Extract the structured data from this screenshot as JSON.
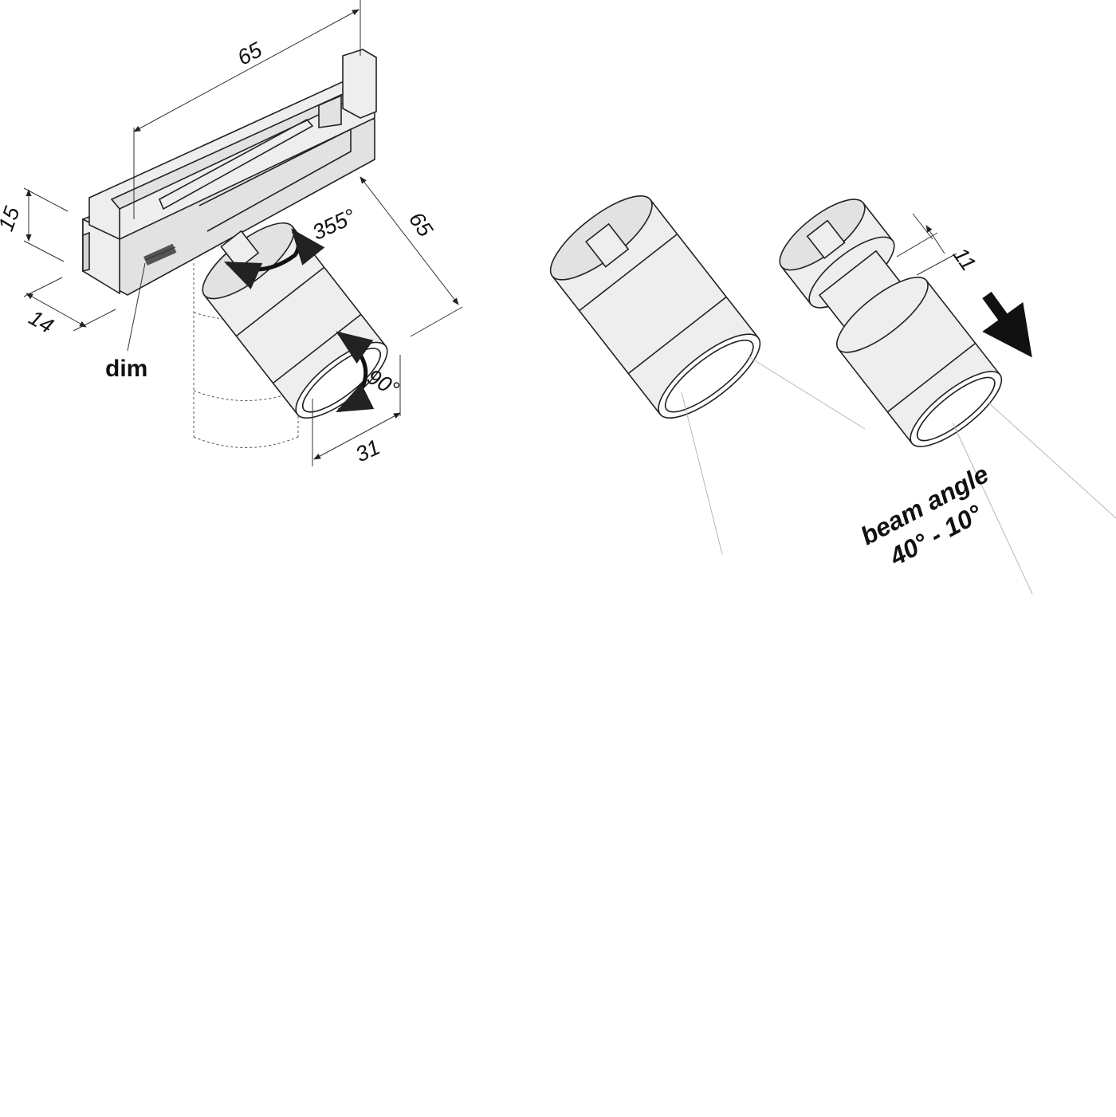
{
  "labels": {
    "dim_width_top": "65",
    "dim_height": "15",
    "dim_depth": "14",
    "dim_width_right": "65",
    "dim_diameter": "31",
    "dim_extension": "11",
    "rotation_horizontal": "355°",
    "rotation_vertical": "90°",
    "dim_feature": "dim",
    "beam_line1": "beam angle",
    "beam_line2": "40° - 10°"
  },
  "colors": {
    "line": "#222222",
    "body_fill": "#eeeeee",
    "beam_line": "#b8b8b8"
  }
}
